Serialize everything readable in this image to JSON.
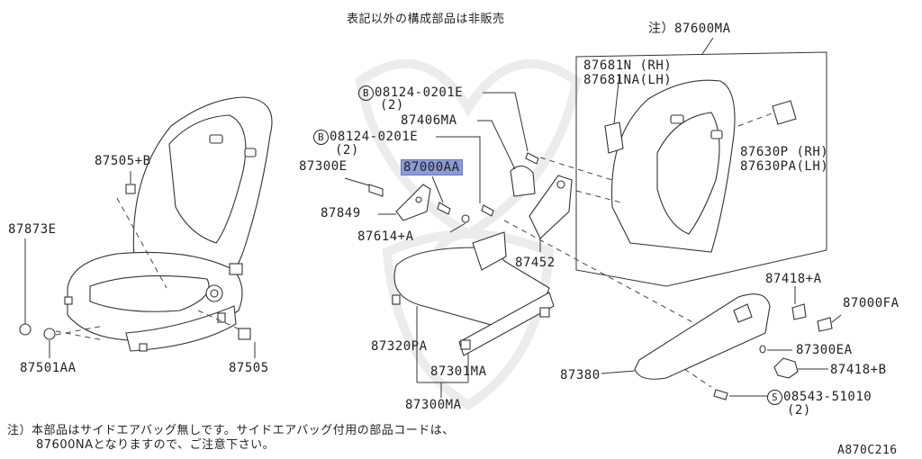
{
  "header_note": "表記以外の構成部品は非販売",
  "footer_note_line1": "注）本部品はサイドエアバッグ無しです。サイドエアバッグ付用の部品コードは、",
  "footer_note_line2": "87600NAとなりますので、ご注意下さい。",
  "drawing_code": "A870C216",
  "parts": {
    "p87600MA": "注）87600MA",
    "p87681N": "87681N (RH)",
    "p87681NA": "87681NA(LH)",
    "p08124_a": "08124-0201E",
    "p08124_a_qty": "(2)",
    "p87406MA": "87406MA",
    "p08124_b": "08124-0201E",
    "p08124_b_qty": "(2)",
    "p87505B": "87505+B",
    "p87300E": "87300E",
    "p87000AA": "87000AA",
    "p87849": "87849",
    "p87614A": "87614+A",
    "p87630P": "87630P (RH)",
    "p87630PA": "87630PA(LH)",
    "p87873E": "87873E",
    "p87452": "87452",
    "p87418A": "87418+A",
    "p87000FA": "87000FA",
    "p87320PA": "87320PA",
    "p87301MA": "87301MA",
    "p87300MA": "87300MA",
    "p87501AA": "87501AA",
    "p87505": "87505",
    "p87300EA": "87300EA",
    "p87380": "87380",
    "p87418B": "87418+B",
    "p08543": "08543-51010",
    "p08543_qty": "(2)"
  },
  "symbols": {
    "bolt_b": "B",
    "screw_s": "S"
  },
  "colors": {
    "highlight": "#8c9ad6",
    "line": "#333333"
  }
}
